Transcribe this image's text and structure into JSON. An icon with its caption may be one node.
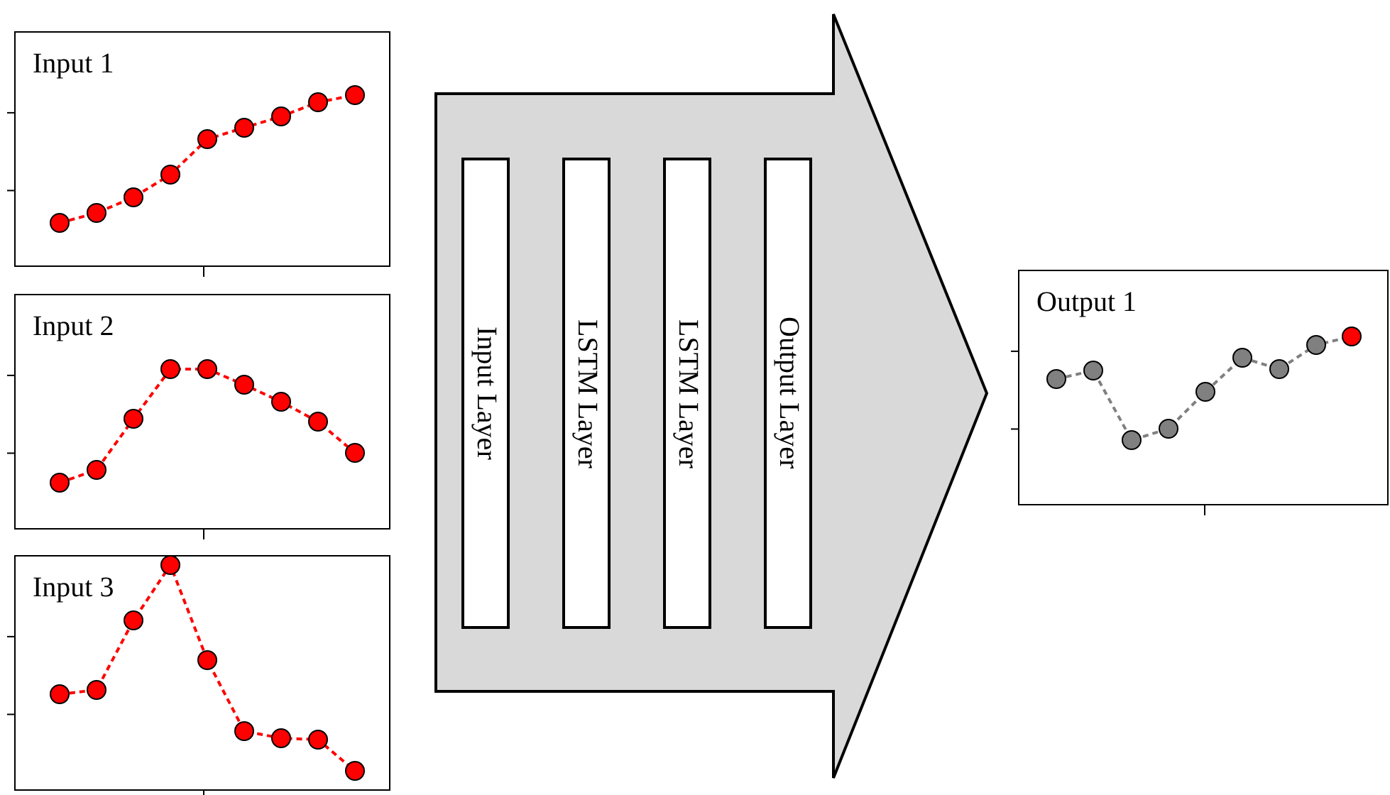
{
  "diagram": {
    "nodes": [
      {
        "text": [
          "Input 1"
        ]
      },
      {
        "text": [
          "Input 2"
        ]
      },
      {
        "text": [
          "Input 3"
        ]
      },
      {
        "text": [],
        "shape": "arrow"
      },
      {
        "text": [
          "Input Layer"
        ],
        "in": 3
      },
      {
        "text": [
          "LSTM Layer"
        ],
        "in": 3
      },
      {
        "text": [
          "LSTM Layer"
        ],
        "in": 3
      },
      {
        "text": [
          "Output Layer"
        ],
        "in": 3
      },
      {
        "text": [
          "Output 1"
        ]
      }
    ]
  }
}
